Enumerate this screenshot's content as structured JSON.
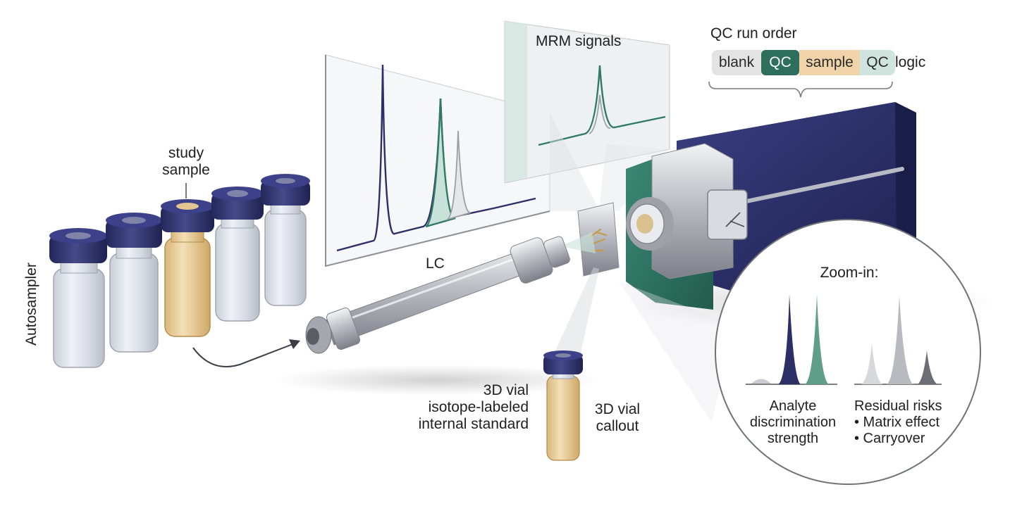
{
  "labels": {
    "autosampler": "Autosampler",
    "study_sample": [
      "study",
      "sample"
    ],
    "lc": "LC",
    "mrm_signals": "MRM signals",
    "qc_run_order": "QC run order",
    "qc_logic": "logic",
    "internal_standard": [
      "3D vial",
      "isotope-labeled",
      "internal standard"
    ],
    "vial_callout": [
      "3D vial",
      "callout"
    ],
    "zoom_in": "Zoom-in:",
    "analyte": [
      "Analyte",
      "discrimination",
      "strength"
    ],
    "residual": [
      "Residual risks",
      "• Matrix effect",
      "• Carryover"
    ]
  },
  "qc_sequence": [
    {
      "label": "blank",
      "color": "#e3e3e3"
    },
    {
      "label": "QC",
      "color": "#2e6e5c"
    },
    {
      "label": "sample",
      "color": "#f0d3a8"
    },
    {
      "label": "QC",
      "color": "#cfe4dc"
    }
  ],
  "colors": {
    "navy": "#2b2f66",
    "teal": "#2f7a66",
    "amber": "#e7c790",
    "steel": "#b9bcc2",
    "ms_body": "#2c3066"
  }
}
